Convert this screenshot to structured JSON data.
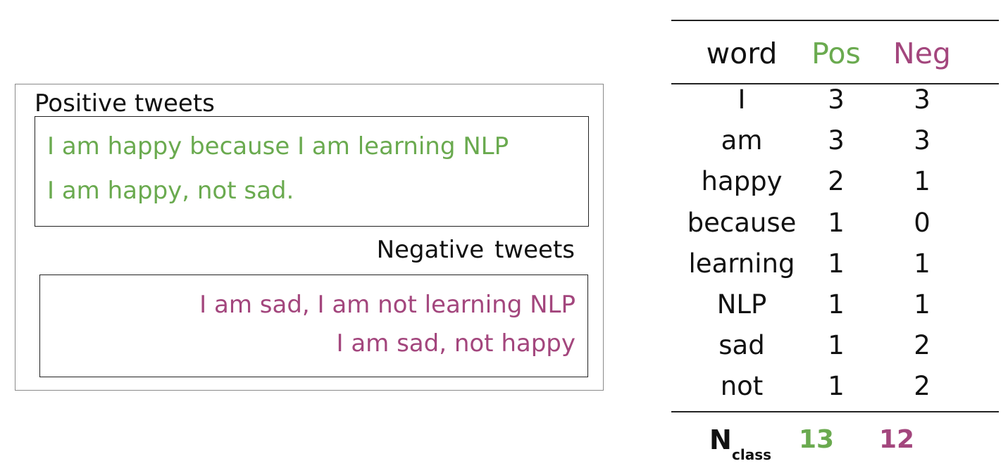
{
  "colors": {
    "positive": "#6aaa4f",
    "negative": "#a3467d",
    "text": "#111111"
  },
  "positive": {
    "label": "Positive tweets",
    "tweets": [
      "I am happy because I am learning NLP",
      "I am happy, not sad."
    ]
  },
  "negative": {
    "label": "Negative  tweets",
    "tweets": [
      "I am sad, I am not learning NLP",
      "I am sad, not happy"
    ]
  },
  "table": {
    "headers": {
      "word": "word",
      "pos": "Pos",
      "neg": "Neg"
    },
    "rows": [
      {
        "word": "I",
        "pos": "3",
        "neg": "3"
      },
      {
        "word": "am",
        "pos": "3",
        "neg": "3"
      },
      {
        "word": "happy",
        "pos": "2",
        "neg": "1"
      },
      {
        "word": "because",
        "pos": "1",
        "neg": "0"
      },
      {
        "word": "learning",
        "pos": "1",
        "neg": "1"
      },
      {
        "word": "NLP",
        "pos": "1",
        "neg": "1"
      },
      {
        "word": "sad",
        "pos": "1",
        "neg": "2"
      },
      {
        "word": "not",
        "pos": "1",
        "neg": "2"
      }
    ],
    "total": {
      "label_main": "N",
      "label_sub": "class",
      "pos": "13",
      "neg": "12"
    }
  }
}
